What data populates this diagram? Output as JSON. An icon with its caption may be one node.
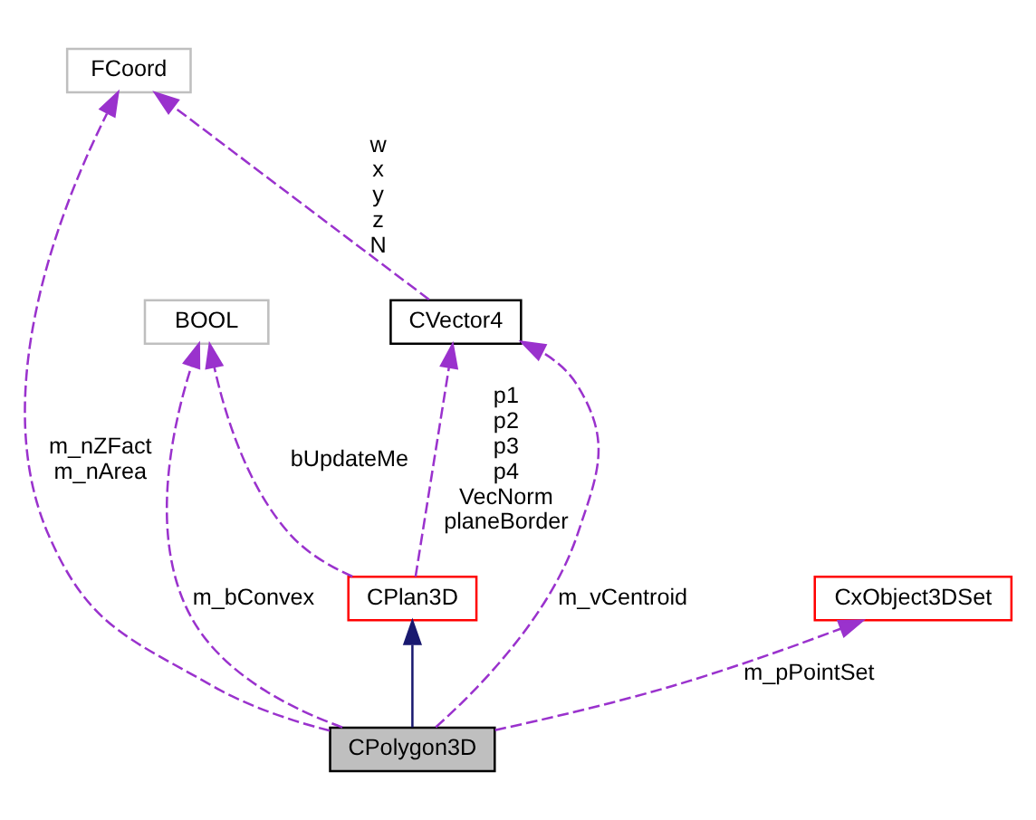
{
  "diagram": {
    "nodes": [
      {
        "text": [
          "FCoord"
        ]
      },
      {
        "text": [
          "CVector4"
        ]
      },
      {
        "text": [
          "BOOL"
        ]
      },
      {
        "text": [
          "CPlan3D"
        ]
      },
      {
        "text": [
          "CxObject3DSet"
        ]
      },
      {
        "text": [
          "CPolygon3D"
        ]
      }
    ],
    "edges": [
      {
        "from": 1,
        "to": 0,
        "arrow": "to",
        "label": "w x y z N",
        "style": "dashed"
      },
      {
        "from": 5,
        "to": 0,
        "arrow": "to",
        "label": "m_nZFact m_nArea",
        "style": "dashed"
      },
      {
        "from": 5,
        "to": 1,
        "arrow": "to",
        "label": "m_vCentroid",
        "style": "dashed"
      },
      {
        "from": 3,
        "to": 1,
        "arrow": "to",
        "label": "p1 p2 p3 p4 VecNorm planeBorder",
        "style": "dashed"
      },
      {
        "from": 3,
        "to": 2,
        "arrow": "to",
        "label": "bUpdateMe",
        "style": "dashed"
      },
      {
        "from": 5,
        "to": 2,
        "arrow": "to",
        "label": "m_bConvex",
        "style": "dashed"
      },
      {
        "from": 5,
        "to": 4,
        "arrow": "to",
        "label": "m_pPointSet",
        "style": "dashed"
      },
      {
        "from": 5,
        "to": 3,
        "arrow": "to",
        "color": "#191970"
      }
    ]
  }
}
